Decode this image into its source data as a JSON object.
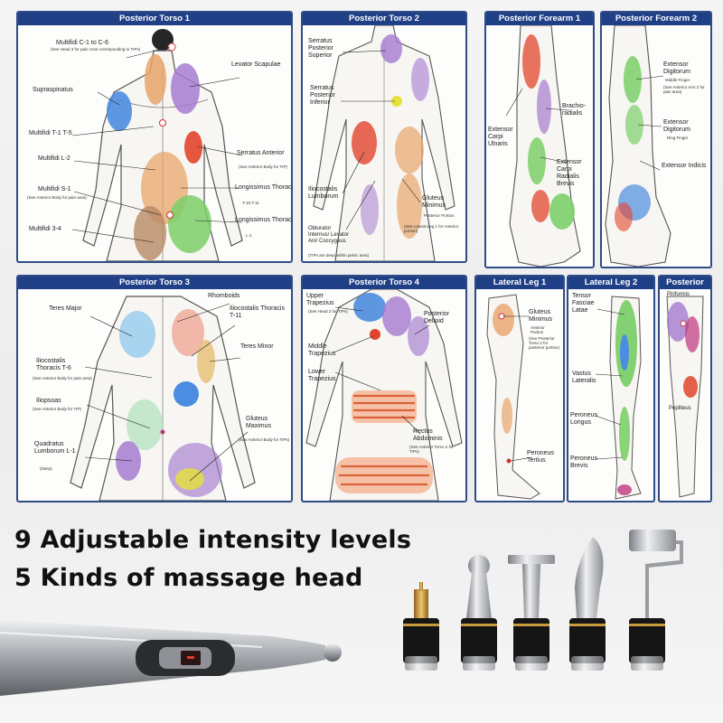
{
  "panels": {
    "pt1": {
      "title": "Posterior Torso 1",
      "labels": [
        "Multifidi C-1 to C-6",
        "Levator Scapulae",
        "Supraspinatus",
        "Multifidi T-1 T-5",
        "Serratus Anterior",
        "Multifidi L-2",
        "Longissimus Thoracis",
        "Multifidi S-1",
        "Longissimus Thoracis",
        "Multifidi 3-4"
      ],
      "notes": [
        "(See Head 3 for pain zone corresponding to TrPs)",
        "(See Anterior Body for TrP)",
        "(See Anterior Body for pain area)",
        "T-10,T-11",
        "L-1"
      ]
    },
    "pt2": {
      "title": "Posterior Torso 2",
      "labels": [
        "Serratus Posterior Superior",
        "Serratus Posterior Inferior",
        "Iliocostalis Lumborum",
        "Obturator Internus/ Levator Ani/ Coccygeus",
        "Gluteus Minimus"
      ],
      "notes": [
        "(TrPs are deep within pelvic area)",
        "Posterior Portion",
        "(See Lateral Leg 1 for Anterior portion)"
      ]
    },
    "pf1": {
      "title": "Posterior Forearm 1",
      "labels": [
        "Extensor Carpi Ulnaris",
        "Brachio- radialis",
        "Extensor Carpi Radialis Brevis"
      ]
    },
    "pf2": {
      "title": "Posterior Forearm 2",
      "labels": [
        "Extensor Digitorum",
        "Extensor Digitorum",
        "Extensor Indicis"
      ],
      "notes": [
        "Middle Finger",
        "(See Anterior Arm 2 for pain area)",
        "Ring Finger"
      ]
    },
    "pt3": {
      "title": "Posterior Torso 3",
      "labels": [
        "Teres Major",
        "Rhomboids",
        "Iliocostalis Thoracis T-11",
        "Teres Minor",
        "Iliocostalis Thoracis T-6",
        "Iliopsoas",
        "Gluteus Maximus",
        "Quadratus Lumborum L-1"
      ],
      "notes": [
        "(See Anterior Body for pain area)",
        "(See Anterior Body for TrP)",
        "(See Anterior Body for TrPs)",
        "(Deep)"
      ]
    },
    "pt4": {
      "title": "Posterior Torso 4",
      "labels": [
        "Upper Trapezius",
        "Posterior Deltoid",
        "Middle Trapezius",
        "Lower Trapezius",
        "Rectus Abdominis"
      ],
      "notes": [
        "(See Head 2 for TrPs)",
        "(See Anterior Torso 2 for TrPs)"
      ]
    },
    "ll1": {
      "title": "Lateral Leg 1",
      "labels": [
        "Gluteus Minimus",
        "Peroneus Tertius"
      ],
      "notes": [
        "Anterior Portion",
        "(See Posterior Torso 2 for posterior portion)"
      ]
    },
    "ll2": {
      "title": "Lateral Leg 2",
      "labels": [
        "Tensor Fasciae Latae",
        "Vastus Lateralis",
        "Peroneus Longus",
        "Peroneus Brevis"
      ]
    },
    "pl": {
      "title": "Posterior",
      "labels": [
        "Piriformis",
        "Popliteus"
      ]
    }
  },
  "headlines": {
    "line1": "9 Adjustable intensity levels",
    "line2": "5 Kinds of massage head"
  },
  "colors": {
    "panel_border": "#2f4c86",
    "panel_title_bg": "#1f3f86",
    "trigger_red": "#e2452c",
    "muscle_orange": "#e8a56b",
    "muscle_purple": "#a57bd0",
    "muscle_green": "#7ccf6a",
    "muscle_blue": "#4b8de0",
    "metal_silver": "#c4c6c9",
    "insulator_black": "#151515",
    "brass": "#c89a3e"
  },
  "icons": {
    "pen": "acupuncture-pen-icon",
    "heads": [
      "brass-tip-head",
      "ball-head",
      "flat-disc-head",
      "scraper-blade-head",
      "roller-head"
    ]
  }
}
